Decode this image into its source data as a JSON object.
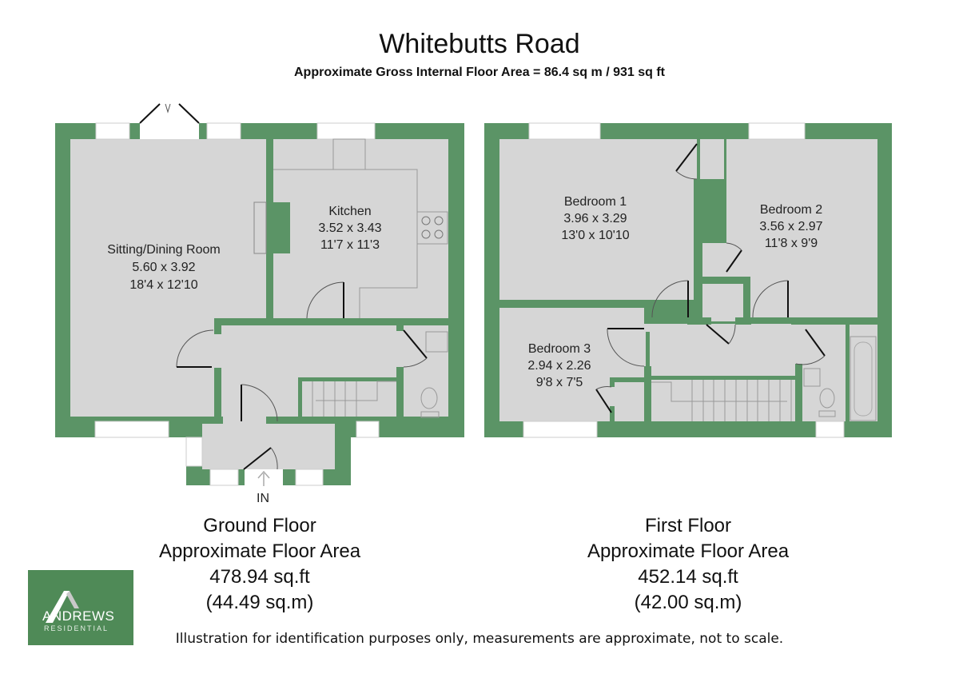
{
  "header": {
    "title": "Whitebutts Road",
    "subtitle": "Approximate Gross Internal Floor Area = 86.4 sq m / 931 sq ft"
  },
  "colors": {
    "wall": "#5b9466",
    "floor": "#d6d6d6",
    "logo_bg": "#4f8a57"
  },
  "ground_floor": {
    "rooms": [
      {
        "name": "Sitting/Dining Room",
        "metric": "5.60 x 3.92",
        "imperial": "18'4 x 12'10"
      },
      {
        "name": "Kitchen",
        "metric": "3.52 x 3.43",
        "imperial": "11'7 x 11'3"
      }
    ],
    "entrance_label": "IN",
    "caption": {
      "name": "Ground Floor",
      "area_label": "Approximate Floor Area",
      "sqft": "478.94 sq.ft",
      "sqm": "(44.49 sq.m)"
    }
  },
  "first_floor": {
    "rooms": [
      {
        "name": "Bedroom 1",
        "metric": "3.96 x 3.29",
        "imperial": "13'0 x 10'10"
      },
      {
        "name": "Bedroom 2",
        "metric": "3.56 x 2.97",
        "imperial": "11'8 x 9'9"
      },
      {
        "name": "Bedroom 3",
        "metric": "2.94 x 2.26",
        "imperial": "9'8 x 7'5"
      }
    ],
    "caption": {
      "name": "First Floor",
      "area_label": "Approximate Floor Area",
      "sqft": "452.14 sq.ft",
      "sqm": "(42.00 sq.m)"
    }
  },
  "logo": {
    "brand": "ANDREWS",
    "sub": "RESIDENTIAL"
  },
  "footer": {
    "disclaimer": "Illustration for identification purposes only, measurements are approximate, not to scale."
  }
}
